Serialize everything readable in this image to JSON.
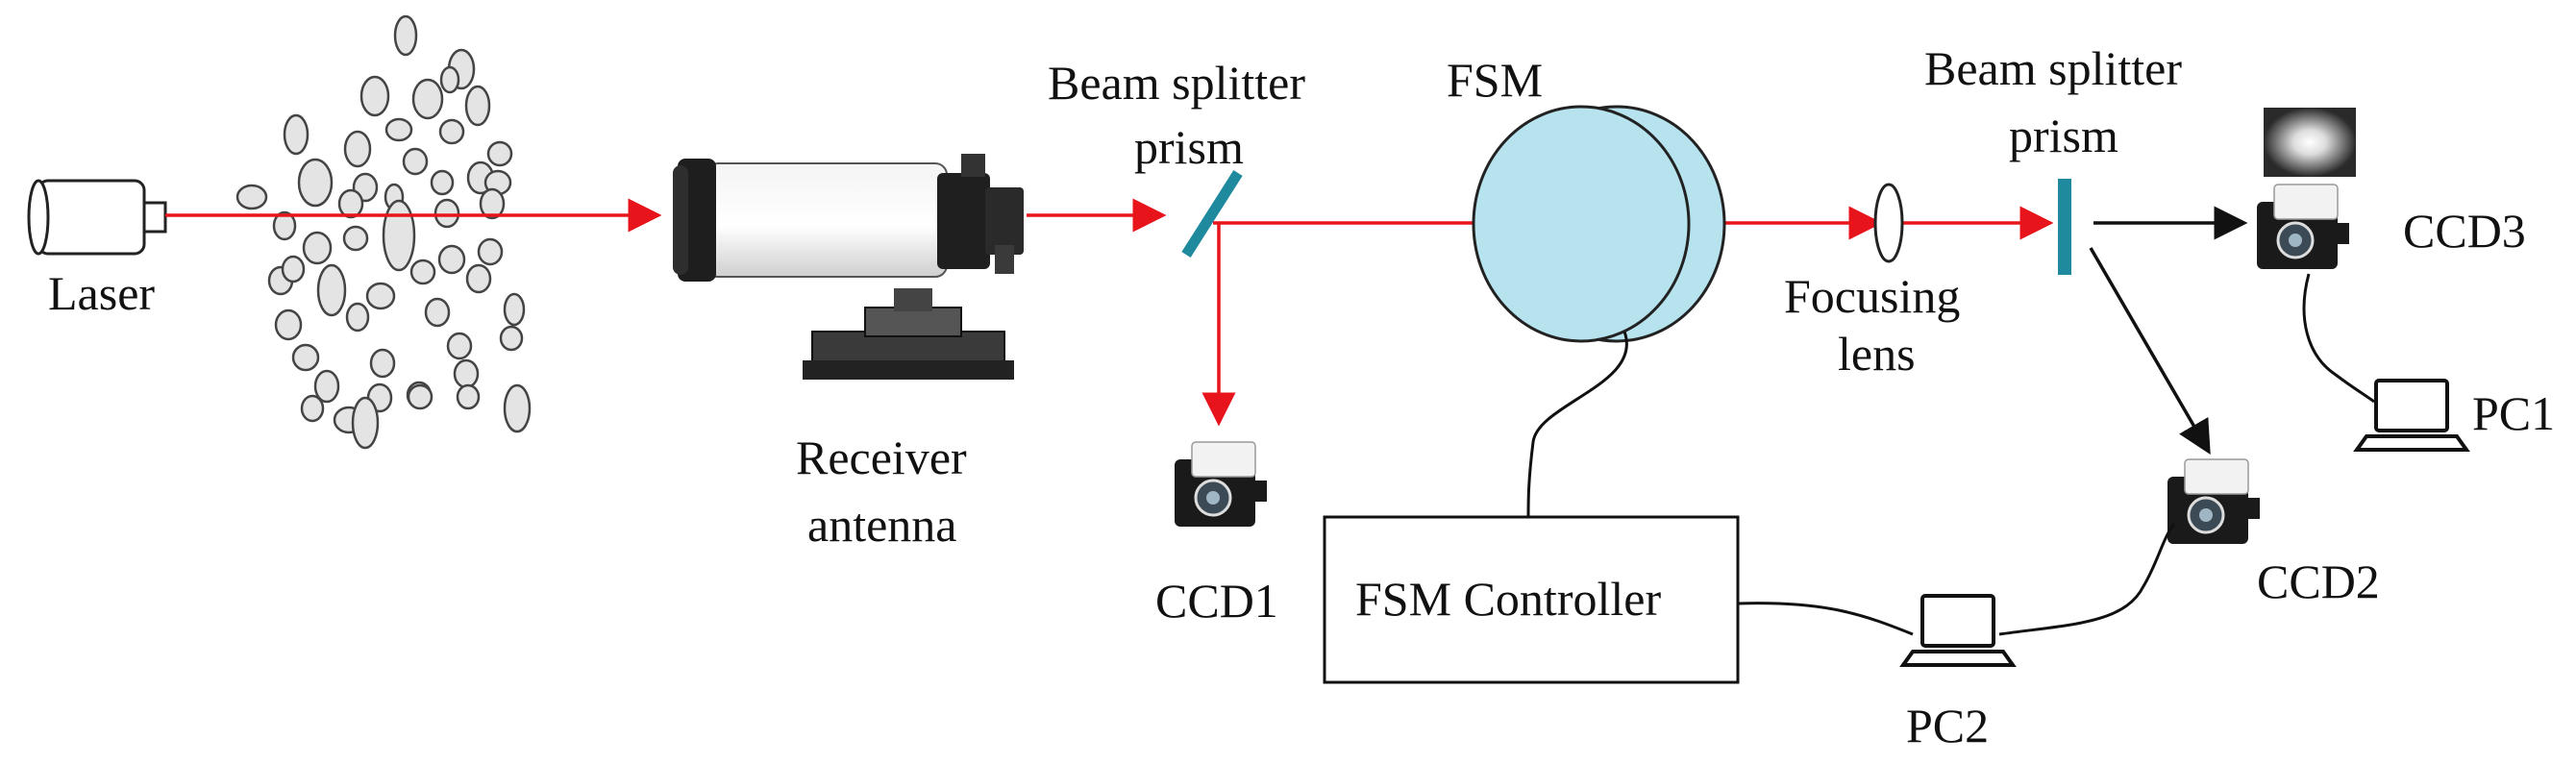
{
  "labels": {
    "laser": "Laser",
    "receiver_antenna_line1": "Receiver",
    "receiver_antenna_line2": "antenna",
    "beam_splitter_1_line1": "Beam splitter",
    "beam_splitter_1_line2": "prism",
    "fsm": "FSM",
    "beam_splitter_2_line1": "Beam splitter",
    "beam_splitter_2_line2": "prism",
    "focusing_lens_line1": "Focusing",
    "focusing_lens_line2": "lens",
    "ccd1": "CCD1",
    "ccd2": "CCD2",
    "ccd3": "CCD3",
    "pc1": "PC1",
    "pc2": "PC2",
    "fsm_controller": "FSM Controller"
  },
  "colors": {
    "beam": "#e8141c",
    "fsm_fill": "#b7e3ee",
    "splitter": "#1f8a9e",
    "particle_fill": "#e4e4e4",
    "black_arrow": "#111111"
  },
  "icons": {
    "laser": "laser-source-icon",
    "telescope": "telescope-icon",
    "camera": "ccd-camera-icon",
    "laptop": "laptop-icon",
    "spot": "light-spot-image"
  }
}
